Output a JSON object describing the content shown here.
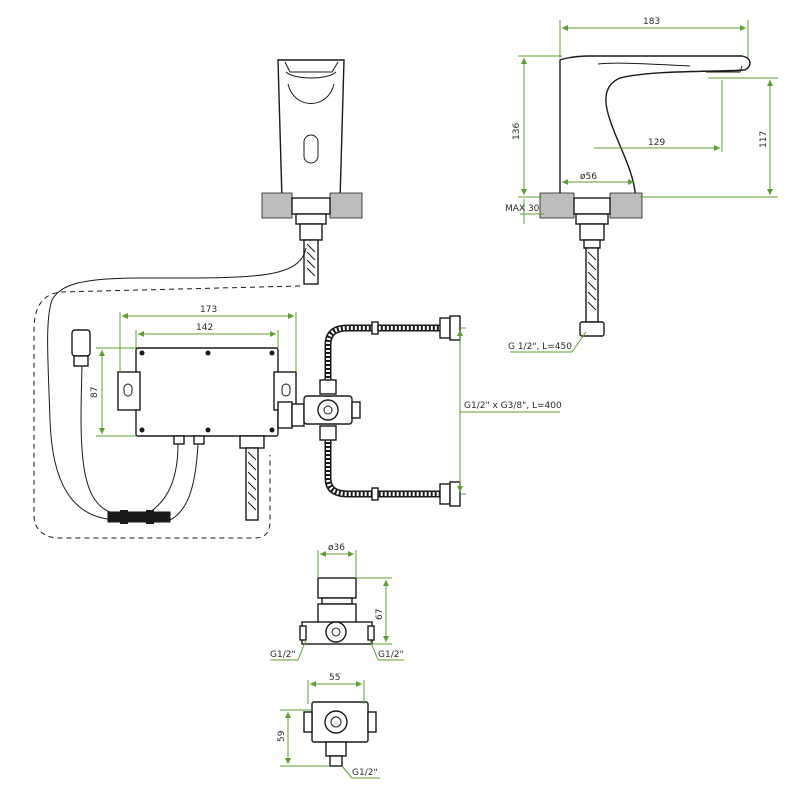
{
  "dimensions": {
    "faucet_width": "183",
    "faucet_height": "136",
    "spout_reach": "129",
    "spout_height": "117",
    "base_diameter": "ø56",
    "max_thickness": "MAX 30",
    "hose_spec": "G 1/2\", L=450",
    "box_outer_width": "173",
    "box_inner_width": "142",
    "box_height": "87",
    "connection_hose_spec": "G1/2\" x G3/8\", L=400",
    "valve_diameter": "ø36",
    "valve_height": "67",
    "valve_left_thread": "G1/2\"",
    "valve_right_thread": "G1/2\"",
    "valve_width": "55",
    "valve_depth": "59",
    "valve_bottom_thread": "G1/2\""
  },
  "colors": {
    "dimension_lines": "#5aa02c",
    "outline": "#1a1a1a"
  }
}
